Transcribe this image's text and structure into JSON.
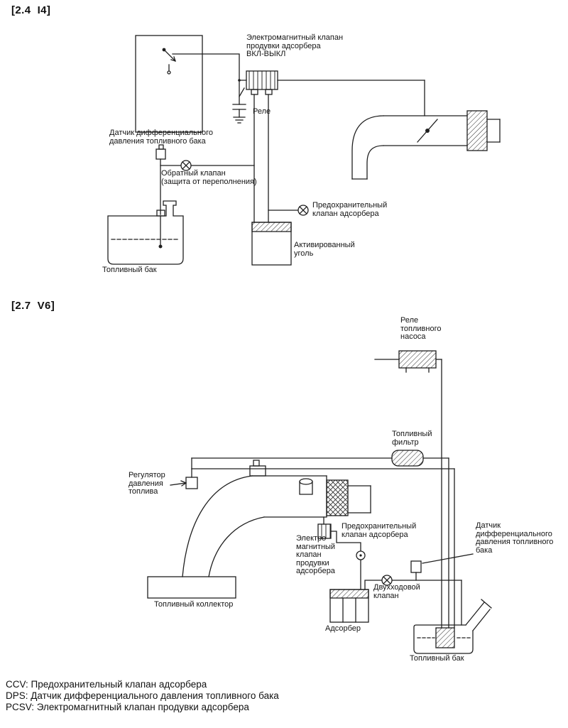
{
  "sections": {
    "i4": {
      "title": "[2.4  I4]",
      "labels": {
        "purge_valve": "Электромагнитный клапан\nпродувки адсорбера\nВКЛ-ВЫКЛ",
        "relay": "Реле",
        "dps": "Датчик дифференциального\nдавления топливного бака",
        "check_valve": "Обратный клапан\n(защита от переполнения)",
        "ccv": "Предохранительный\nклапан адсорбера",
        "canister": "Активированный\nуголь",
        "fuel_tank": "Топливный бак"
      }
    },
    "v6": {
      "title": "[2.7  V6]",
      "labels": {
        "fuel_pump_relay": "Реле\nтопливного\nнасоса",
        "fuel_filter": "Топливный\nфильтр",
        "pressure_regulator": "Регулятор\nдавления\nтоплива",
        "purge_valve": "Электро-\nмагнитный\nклапан\nпродувки\nадсорбера",
        "ccv": "Предохранительный\nклапан адсорбера",
        "dps": "Датчик\nдифференциального\nдавления топливного\nбака",
        "two_way_valve": "Двухходовой\nклапан",
        "fuel_rail": "Топливный коллектор",
        "canister": "Адсорбер",
        "fuel_tank": "Топливный бак"
      }
    }
  },
  "legend": {
    "ccv": "CCV: Предохранительный клапан адсорбера",
    "dps": "DPS: Датчик дифференциального давления топливного бака",
    "pcsv": "PCSV: Электромагнитный клапан продувки адсорбера"
  },
  "colors": {
    "line": "#1f1f1f",
    "background": "#ffffff"
  }
}
